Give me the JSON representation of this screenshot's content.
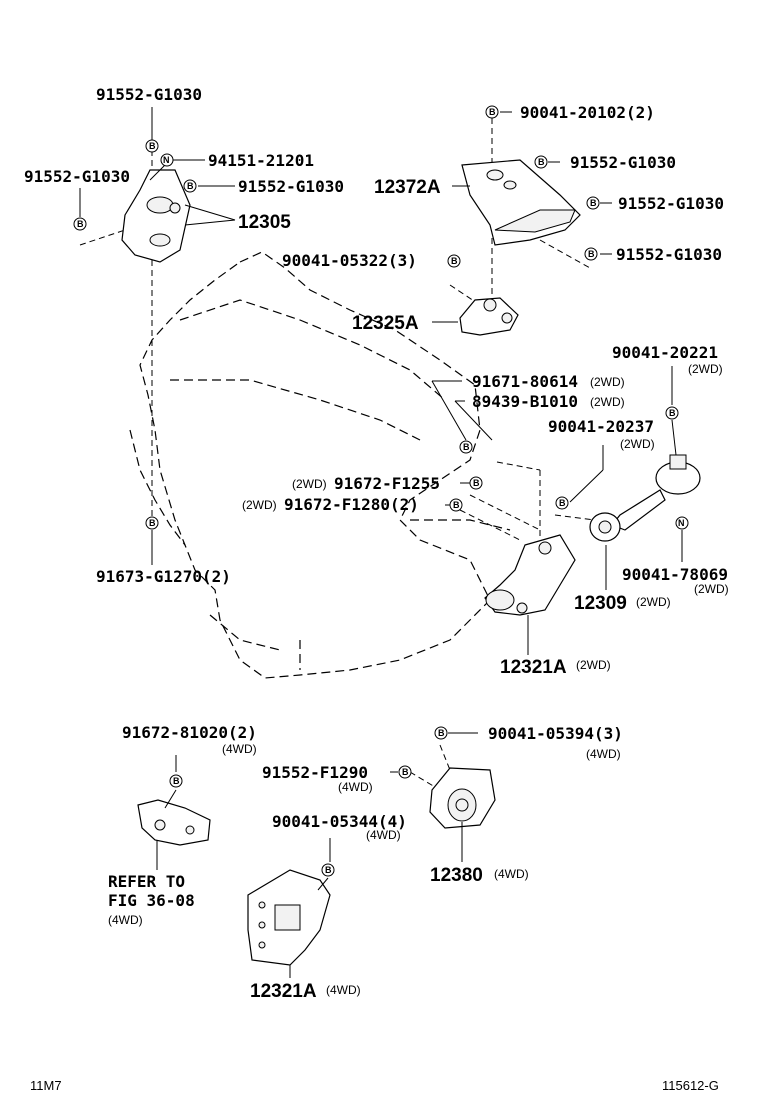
{
  "diagram": {
    "labels": {
      "p_91552_g1030_top": "91552-G1030",
      "p_94151_21201": "94151-21201",
      "p_91552_g1030_left": "91552-G1030",
      "p_91552_g1030_mid": "91552-G1030",
      "p_12305": "12305",
      "p_90041_20102": "90041-20102(2)",
      "p_91552_g1030_r1": "91552-G1030",
      "p_12372a": "12372A",
      "p_91552_g1030_r2": "91552-G1030",
      "p_91552_g1030_r3": "91552-G1030",
      "p_90041_05322": "90041-05322(3)",
      "p_12325a": "12325A",
      "p_90041_20221": "90041-20221",
      "p_91671_80614": "91671-80614",
      "p_89439_b1010": "89439-B1010",
      "p_90041_20237": "90041-20237",
      "p_91672_f1255": "91672-F1255",
      "p_91672_f1280": "91672-F1280(2)",
      "p_91673_g1270": "91673-G1270(2)",
      "p_90041_78069": "90041-78069",
      "p_12309": "12309",
      "p_12321a_2wd": "12321A",
      "p_91672_81020": "91672-81020(2)",
      "p_90041_05394": "90041-05394(3)",
      "p_91552_f1290": "91552-F1290",
      "p_90041_05344": "90041-05344(4)",
      "p_12380": "12380",
      "refer_line1": "REFER TO",
      "refer_line2": "FIG 36-08",
      "p_12321a_4wd": "12321A"
    },
    "notes": {
      "twowd": "(2WD)",
      "fourwd": "(4WD)"
    },
    "symbols": {
      "bolt": "B",
      "nut": "N"
    },
    "footer": {
      "left": "11M7",
      "right": "115612-G"
    }
  }
}
